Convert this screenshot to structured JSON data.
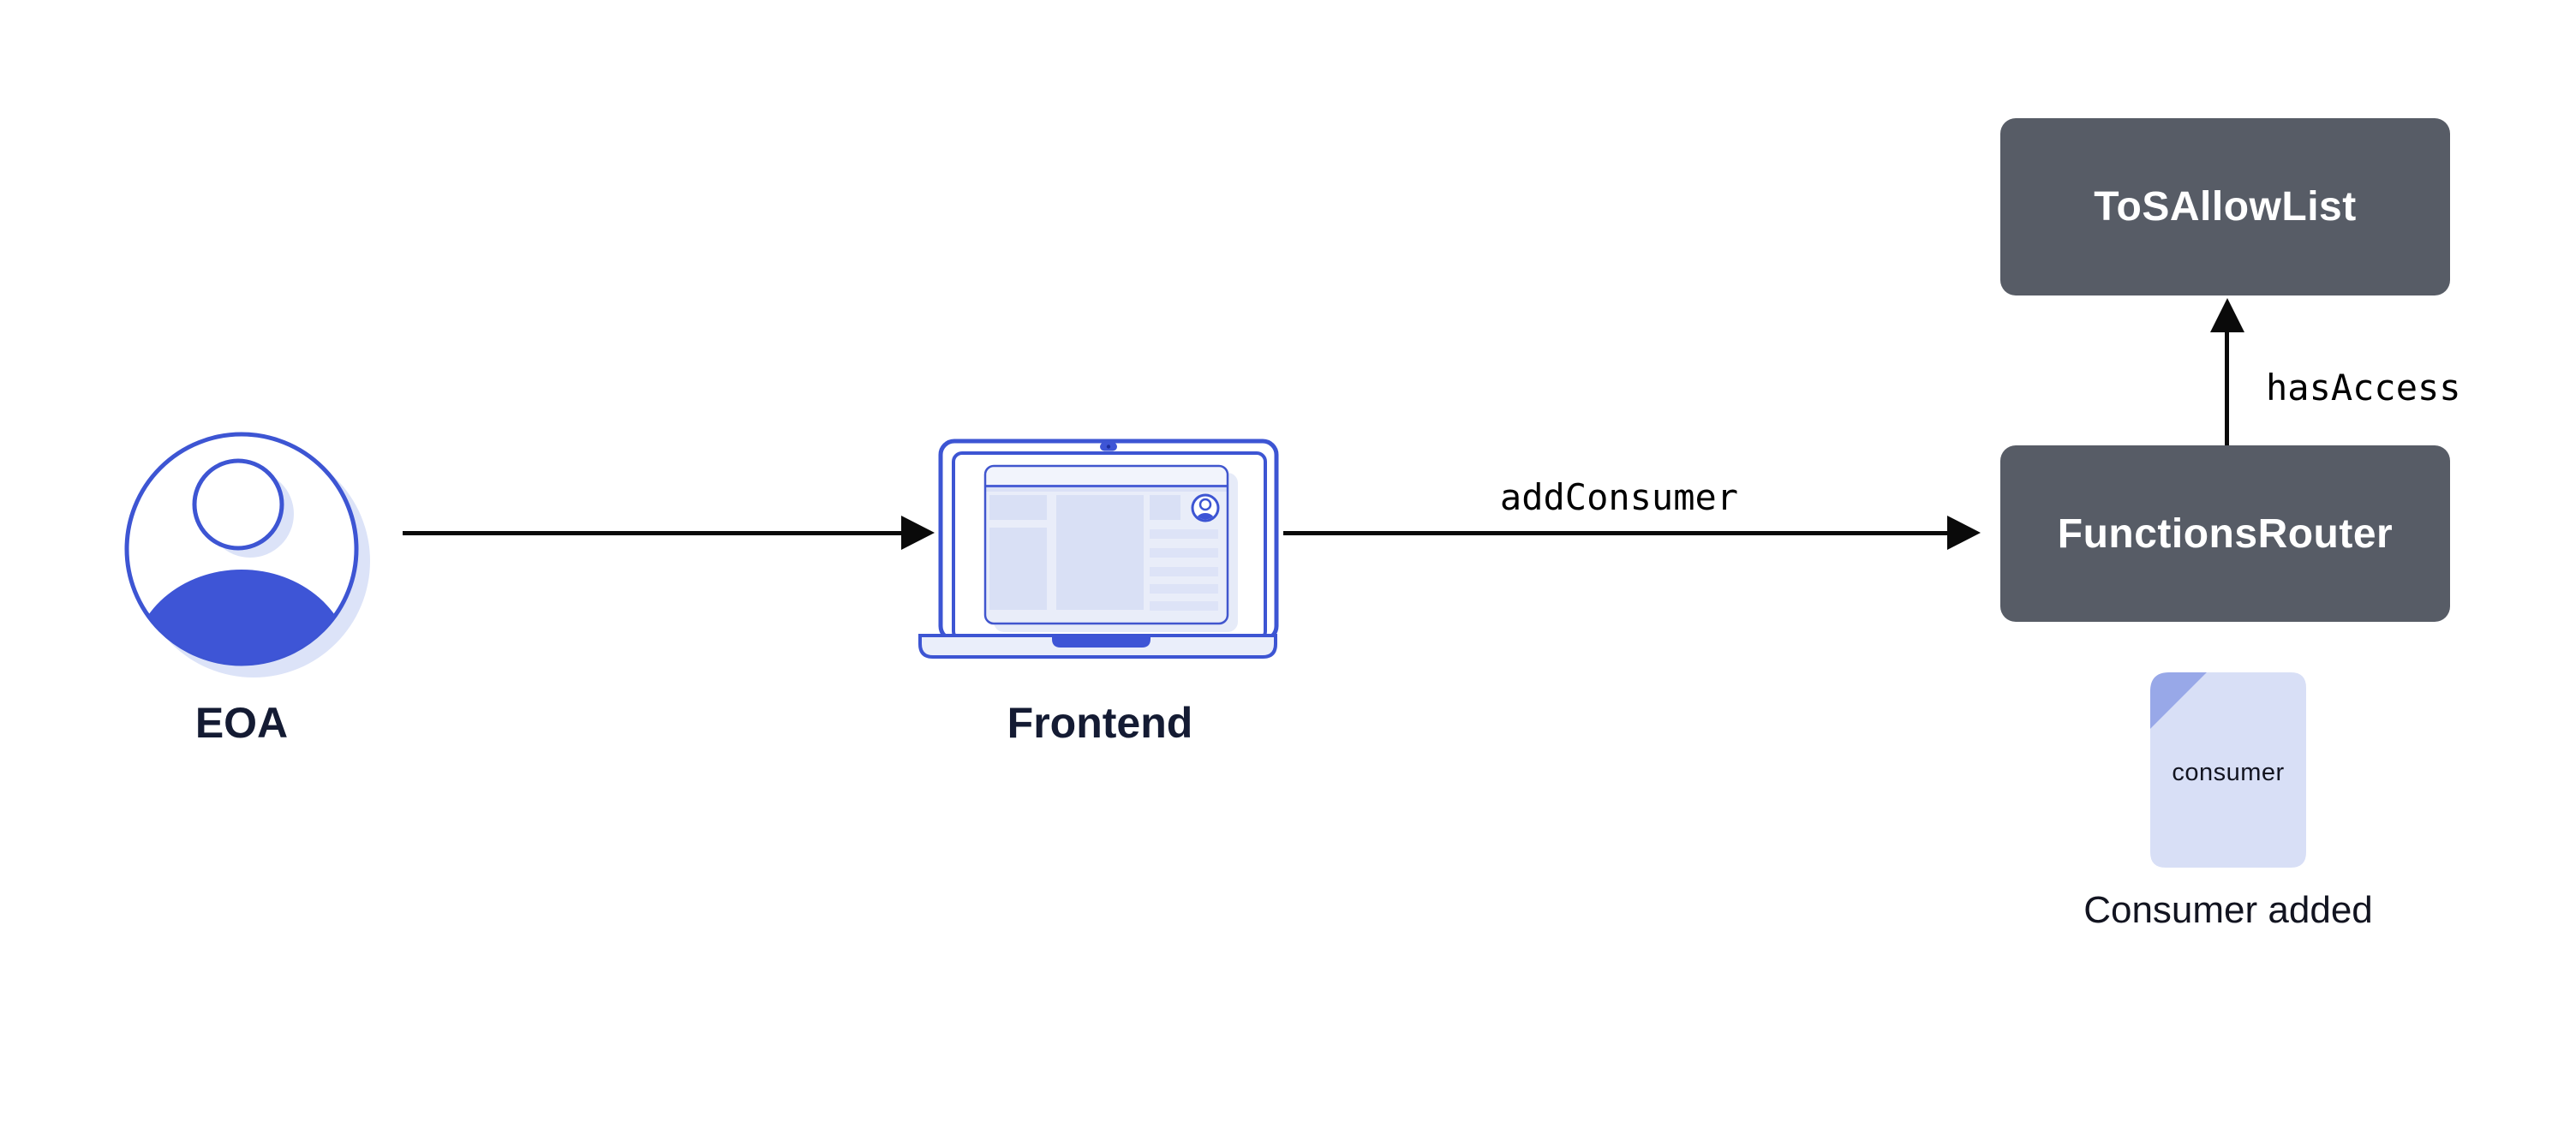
{
  "diagram": {
    "background": "#FFFFFF",
    "colors": {
      "accent_blue_stroke": "#3D55D3",
      "accent_blue_fill": "#3E55D6",
      "soft_shadow_blue": "#DCE3F8",
      "panel_lavender": "#D9E0F5",
      "screen_fill": "#E9EDF9",
      "contract_box": "#575C66",
      "contract_box_text": "#FFFFFF",
      "node_label_text": "#141B33",
      "doc_fill": "#D8DFF6",
      "doc_fold": "#98A8E8",
      "arrow_black": "#0A0A0A"
    },
    "nodes": {
      "eoa": {
        "label": "EOA",
        "icon": "user-avatar-icon"
      },
      "frontend": {
        "label": "Frontend",
        "icon": "laptop-icon"
      },
      "functions_router": {
        "label": "FunctionsRouter"
      },
      "tos_allow_list": {
        "label": "ToSAllowList"
      },
      "consumer_doc": {
        "label": "consumer",
        "caption": "Consumer added",
        "icon": "document-icon"
      }
    },
    "edges": {
      "frontend_to_router": {
        "label": "addConsumer"
      },
      "router_to_allowlist": {
        "label": "hasAccess"
      }
    }
  }
}
